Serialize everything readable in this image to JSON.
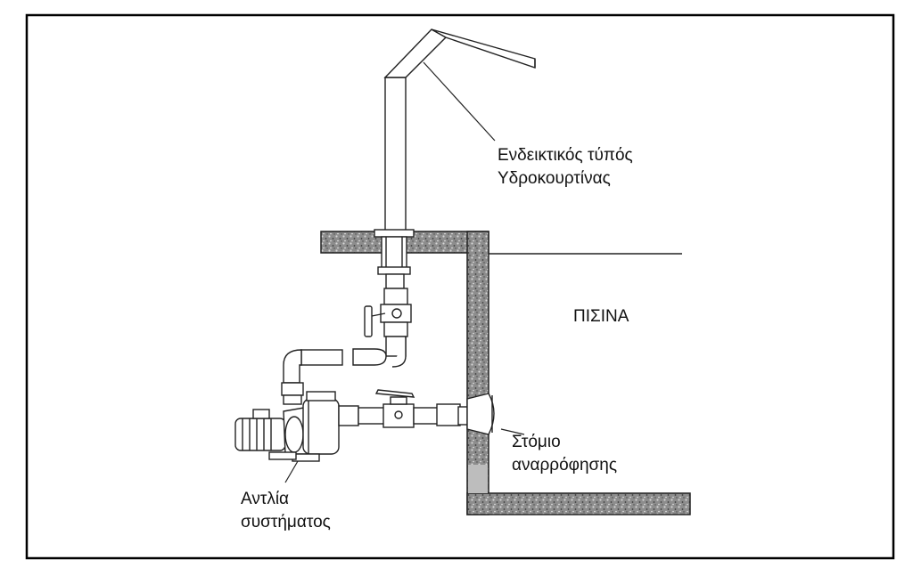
{
  "labels": {
    "waterfall": [
      "Ενδεικτικός τύπός",
      "Υδροκουρτίνας"
    ],
    "pool": "ΠΙΣΙΝΑ",
    "suction": [
      "Στόμιο",
      "αναρρόφησης"
    ],
    "pump": [
      "Αντλία",
      "συστήματος"
    ]
  },
  "colors": {
    "frame": "#000000",
    "concrete": "#7b7b7b",
    "line": "#222222",
    "fill": "#ffffff"
  }
}
